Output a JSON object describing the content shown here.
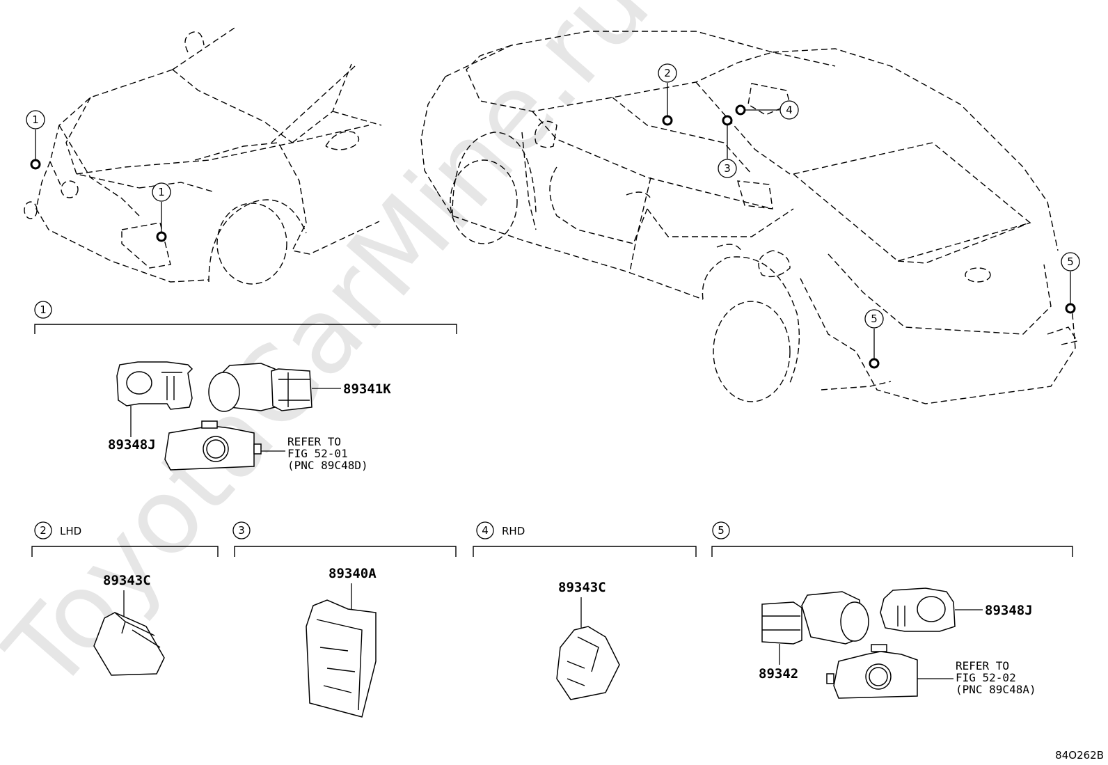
{
  "watermark": "ToyotaCarMine.ru",
  "diagram_code": "84O262B",
  "callout_numbers": [
    "1",
    "2",
    "3",
    "4",
    "5"
  ],
  "sections": [
    {
      "number": "1",
      "qualifier": ""
    },
    {
      "number": "2",
      "qualifier": "LHD"
    },
    {
      "number": "3",
      "qualifier": ""
    },
    {
      "number": "4",
      "qualifier": "RHD"
    },
    {
      "number": "5",
      "qualifier": ""
    }
  ],
  "parts": {
    "p89341K": "89341K",
    "p89348J_front": "89348J",
    "p89343C_lhd": "89343C",
    "p89340A": "89340A",
    "p89343C_rhd": "89343C",
    "p89348J_rear": "89348J",
    "p89342": "89342"
  },
  "refer_front": {
    "line1": "REFER TO",
    "line2": "FIG 52-01",
    "line3": "(PNC 89C48D)"
  },
  "refer_rear": {
    "line1": "REFER TO",
    "line2": "FIG 52-02",
    "line3": "(PNC 89C48A)"
  }
}
